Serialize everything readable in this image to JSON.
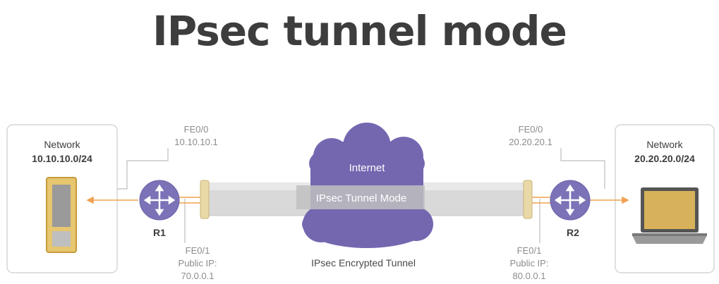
{
  "title": "IPsec tunnel mode",
  "left_network": {
    "label": "Network",
    "subnet": "10.10.10.0/24"
  },
  "right_network": {
    "label": "Network",
    "subnet": "20.20.20.0/24"
  },
  "r1": {
    "name": "R1",
    "fe00_label": "FE0/0",
    "fe00_ip": "10.10.10.1",
    "fe01_label": "FE0/1",
    "fe01_public": "Public IP:",
    "fe01_ip": "70.0.0.1"
  },
  "r2": {
    "name": "R2",
    "fe00_label": "FE0/0",
    "fe00_ip": "20.20.20.1",
    "fe01_label": "FE0/1",
    "fe01_public": "Public IP:",
    "fe01_ip": "80.0.0.1"
  },
  "cloud_label": "Internet",
  "tunnel_label": "IPsec Tunnel Mode",
  "encrypted_tunnel_label": "IPsec Encrypted Tunnel",
  "icons": [
    "server-icon",
    "router-icon",
    "cloud-icon",
    "laptop-icon"
  ],
  "colors": {
    "router": "#7b72b8",
    "cloud": "#7467b0",
    "tunnel": "#d9d9d9",
    "tunnel_end": "#e8d9a6",
    "device_gold": "#d8b25a",
    "arrow": "#f0a050",
    "text": "#4a4a4a",
    "label_grey": "#8c8c8c",
    "box_border": "#d6d6d6"
  }
}
